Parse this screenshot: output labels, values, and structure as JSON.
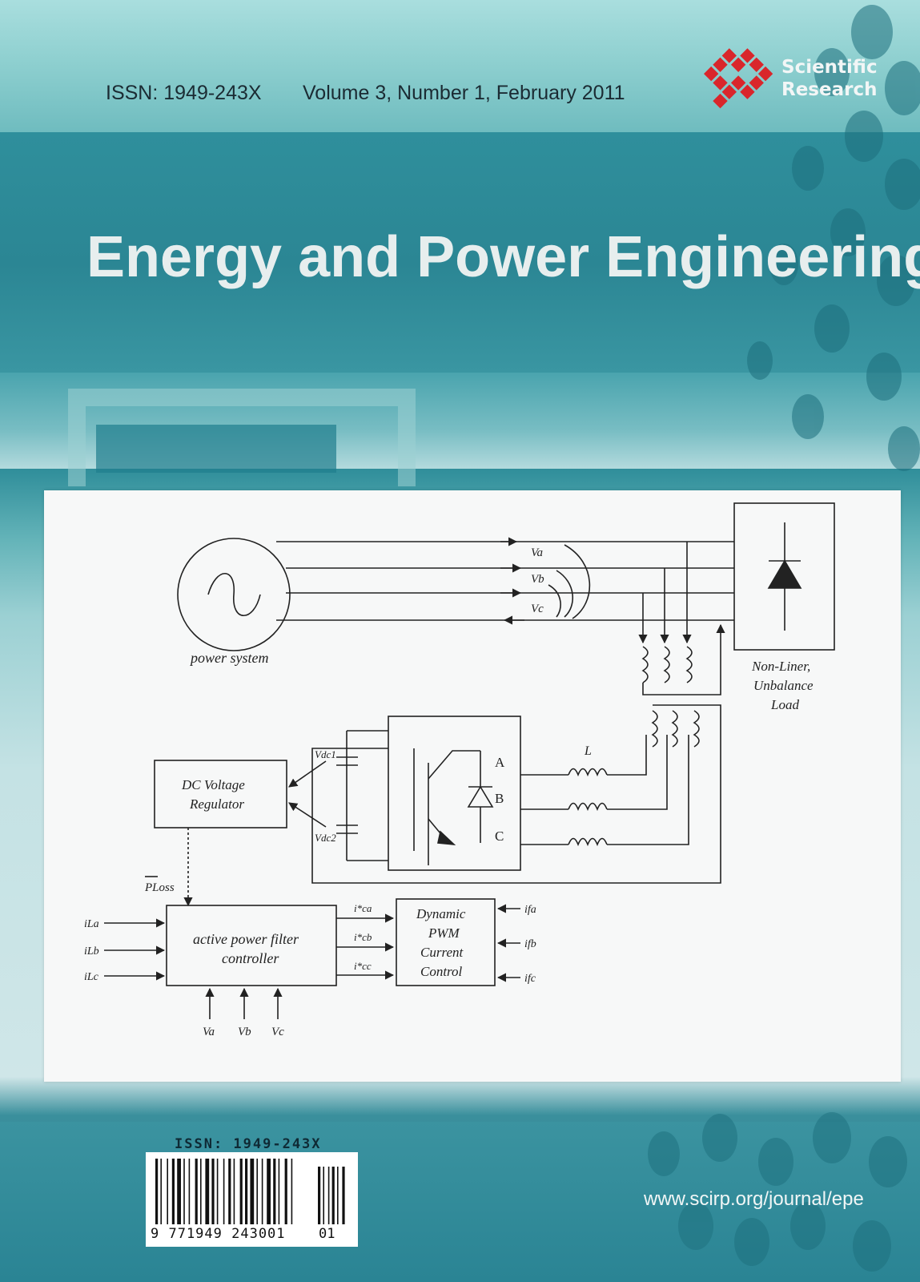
{
  "header": {
    "issn": "ISSN: 1949-243X",
    "volume": "Volume 3, Number 1, February 2011",
    "publisher_line1": "Scientific",
    "publisher_line2": "Research",
    "logo_color": "#d9262b"
  },
  "title": "Energy and Power Engineering",
  "diagram": {
    "power_system": "power system",
    "va": "Va",
    "vb": "Vb",
    "vc": "Vc",
    "load_line1": "Non-Liner,",
    "load_line2": "Unbalance",
    "load_line3": "Load",
    "dc_reg_line1": "DC Voltage",
    "dc_reg_line2": "Regulator",
    "vdc1": "Vdc1",
    "vdc2": "Vdc2",
    "phase_a": "A",
    "phase_b": "B",
    "phase_c": "C",
    "inductor": "L",
    "p_loss": "PLoss",
    "ila": "iLa",
    "ilb": "iLb",
    "ilc": "iLc",
    "apf_line1": "active power filter",
    "apf_line2": "controller",
    "ica": "i*ca",
    "icb": "i*cb",
    "icc": "i*cc",
    "pwm_line1": "Dynamic",
    "pwm_line2": "PWM",
    "pwm_line3": "Current",
    "pwm_line4": "Control",
    "ifa": "ifa",
    "ifb": "ifb",
    "ifc": "ifc",
    "va_in": "Va",
    "vb_in": "Vb",
    "vc_in": "Vc"
  },
  "footer": {
    "issn": "ISSN: 1949-243X",
    "barcode_digits": "9 771949 243001",
    "barcode_addon": "01",
    "website": "www.scirp.org/journal/epe"
  },
  "colors": {
    "teal_dark": "#2b8694",
    "teal_light": "#9bd0d3",
    "title_text": "#e7eeee"
  }
}
